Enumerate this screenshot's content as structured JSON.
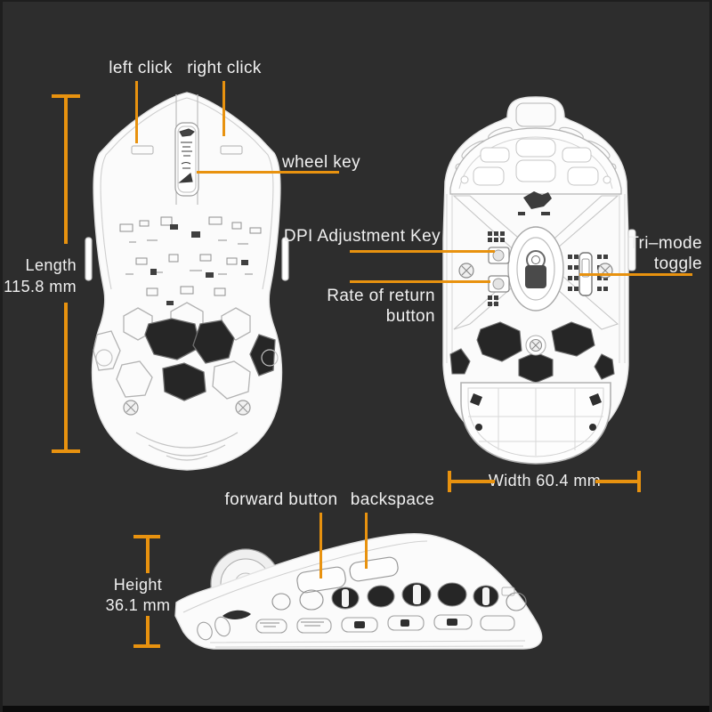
{
  "meta": {
    "description": "Wireless gaming mouse feature and dimension annotation diagram",
    "colors": {
      "background": "#2d2d2d",
      "accent_orange": "#e8920f",
      "label_text": "#f0f0f0",
      "line_art": "#fbfbfb",
      "cutout_dark": "#262626"
    }
  },
  "top_view": {
    "labels": {
      "left_click": "left click",
      "right_click": "right click",
      "wheel_key": "wheel key"
    },
    "dimension": {
      "name": "Length",
      "value": "115.8 mm"
    }
  },
  "bottom_view": {
    "labels": {
      "dpi": "DPI Adjustment Key",
      "rate_line1": "Rate of return",
      "rate_line2": "button",
      "tri_line1": "Tri–mode",
      "tri_line2": "toggle"
    },
    "dimension": {
      "label": "Width 60.4 mm"
    }
  },
  "side_view": {
    "labels": {
      "forward": "forward button",
      "backspace": "backspace"
    },
    "dimension": {
      "name": "Height",
      "value": "36.1 mm"
    }
  }
}
